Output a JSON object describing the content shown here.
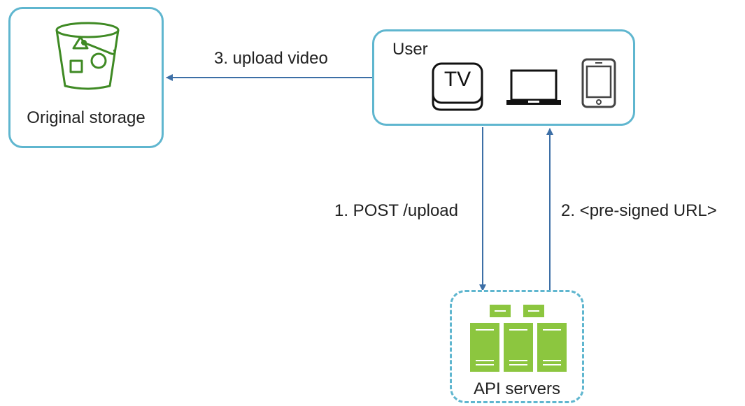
{
  "nodes": {
    "storage": {
      "label": "Original storage",
      "icon": "bucket-icon"
    },
    "user": {
      "label": "User",
      "devices": [
        {
          "icon": "tv-icon",
          "text": "TV"
        },
        {
          "icon": "laptop-icon",
          "text": ""
        },
        {
          "icon": "tablet-icon",
          "text": ""
        }
      ]
    },
    "api": {
      "label": "API servers",
      "icon": "server-stack-icon"
    }
  },
  "edges": {
    "upload_video": {
      "label": "3. upload video"
    },
    "post_upload": {
      "label": "1. POST /upload"
    },
    "presigned_url": {
      "label": "2. <pre-signed URL>"
    }
  },
  "colors": {
    "box_border": "#5fb6cf",
    "arrow": "#3d6fa6",
    "bucket_green": "#3f8a24",
    "server_green": "#8cc63f"
  }
}
